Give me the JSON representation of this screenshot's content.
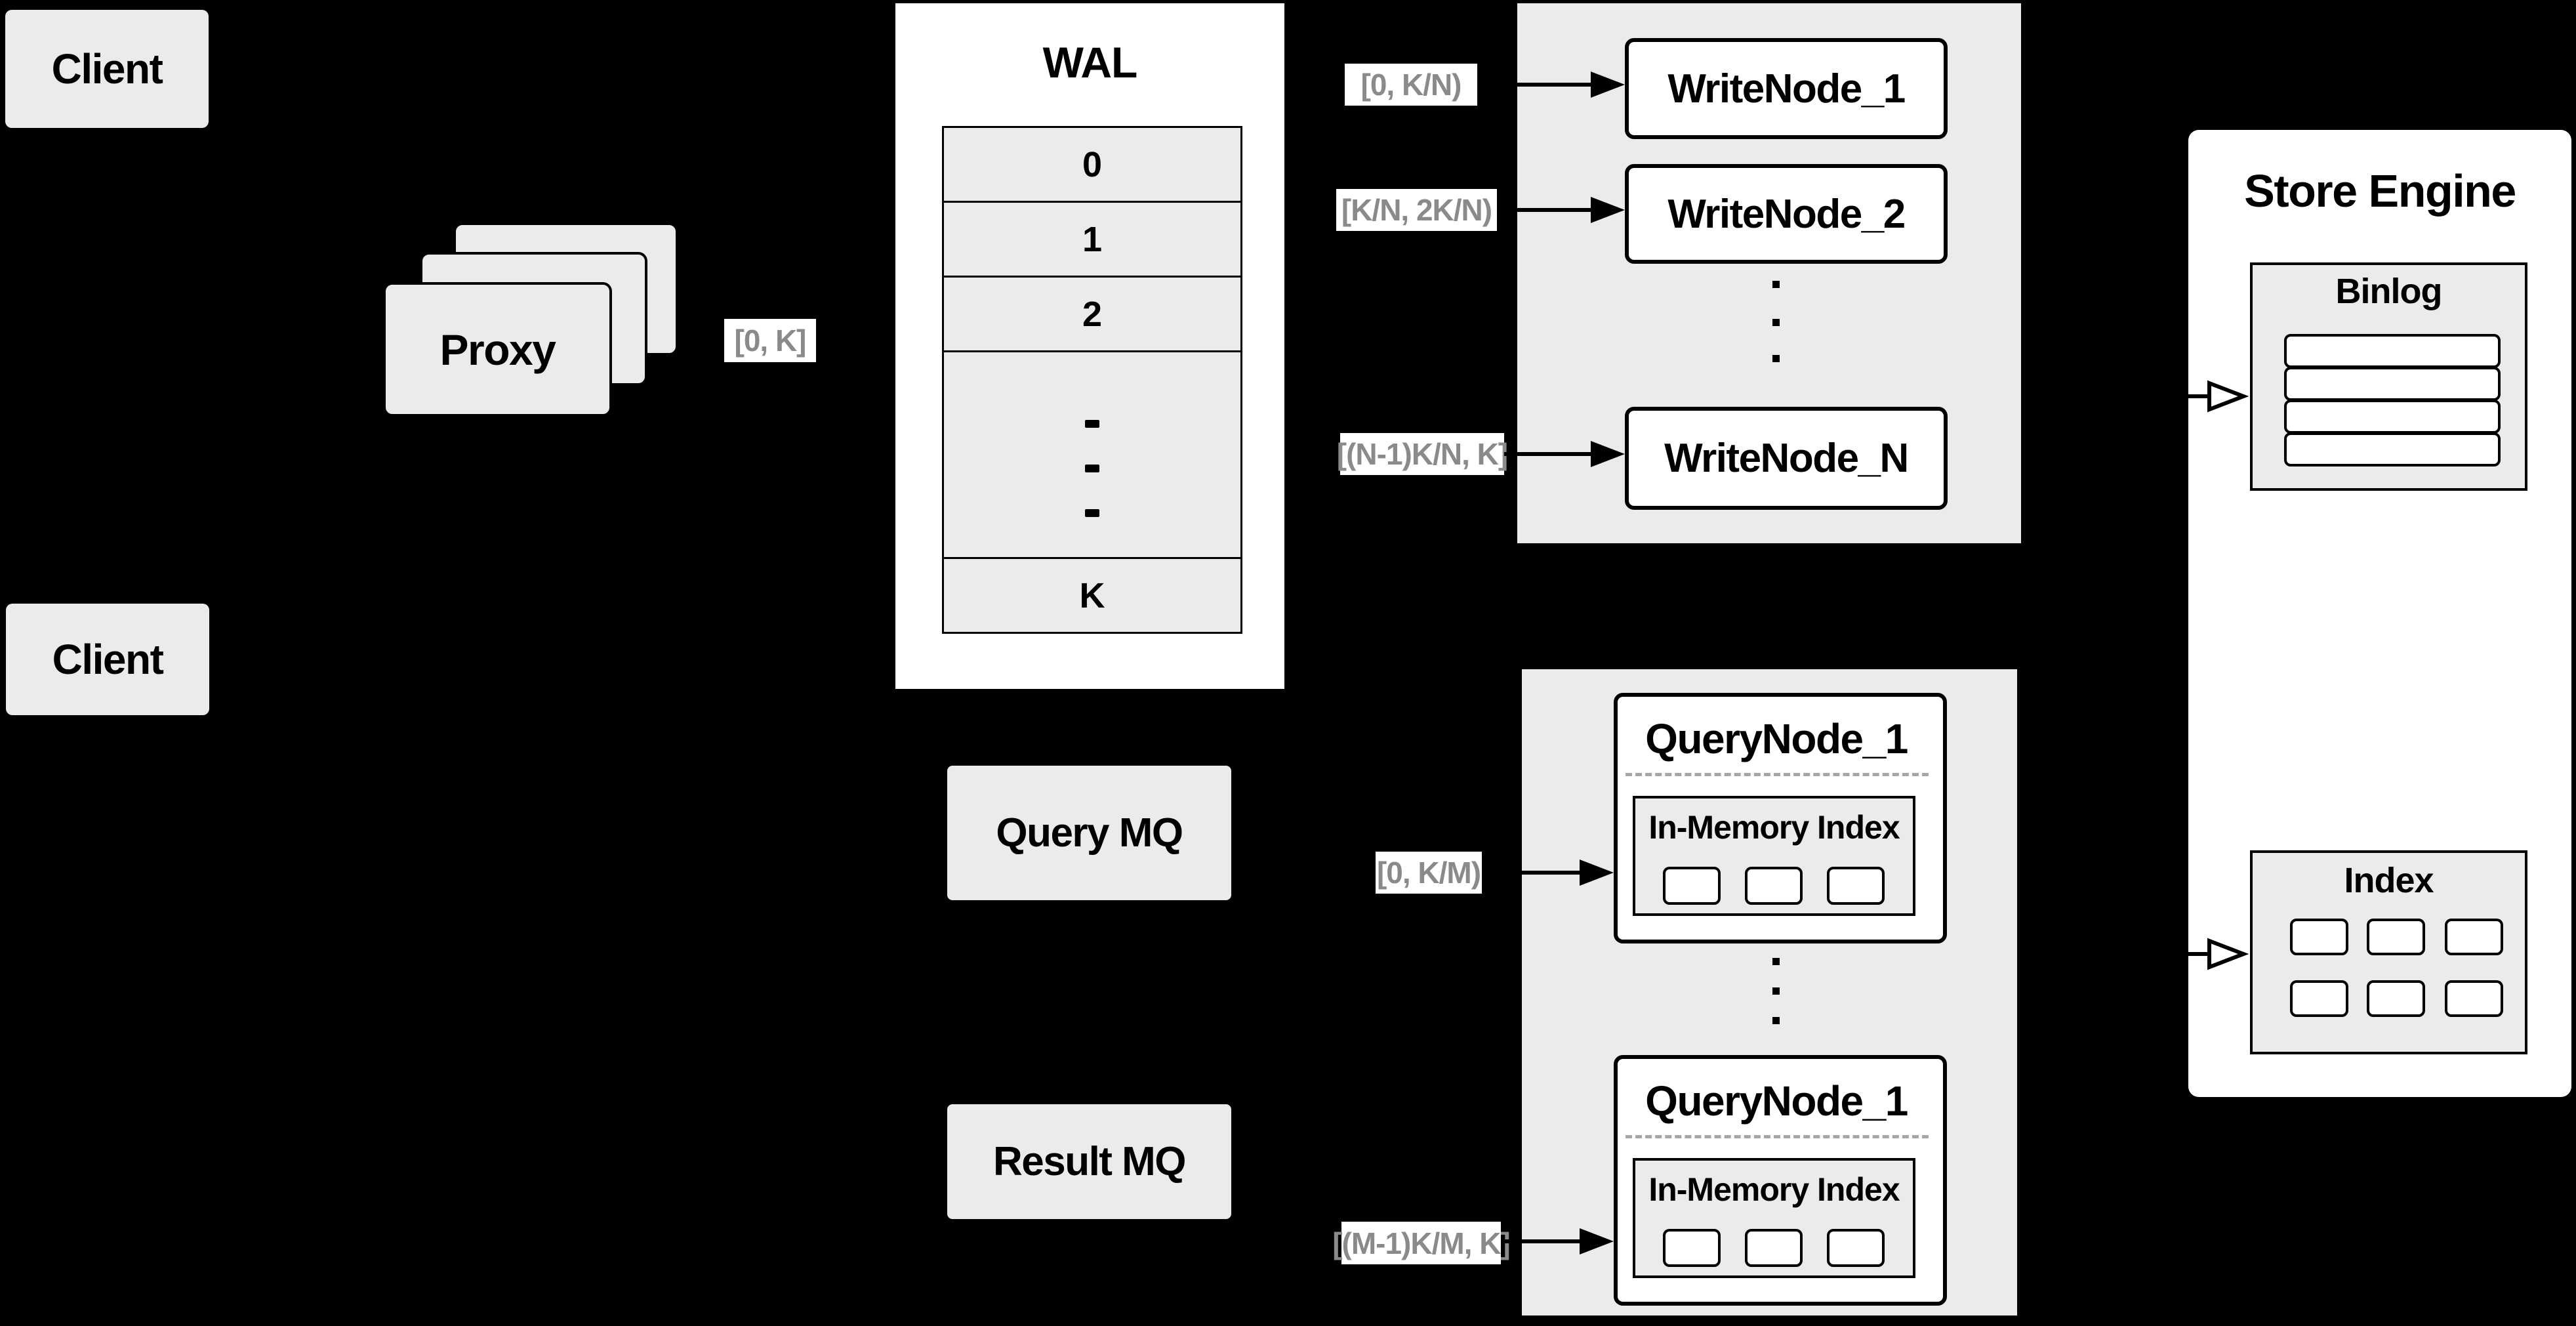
{
  "colors": {
    "background": "#000000",
    "panel_gray": "#ebebeb",
    "box_white": "#ffffff",
    "line_black": "#000000",
    "range_text_gray": "#8a8a8a",
    "divider_gray": "#a6a6a6"
  },
  "clients": {
    "top_label": "Client",
    "bottom_label": "Client"
  },
  "proxy": {
    "label": "Proxy"
  },
  "range_labels": {
    "proxy_out": "[0, K]",
    "write_1": "[0,  K/N)",
    "write_2": "[K/N, 2K/N)",
    "write_n": "[(N-1)K/N,  K]",
    "query_1": "[0, K/M)",
    "query_m": "[(M-1)K/M, K]"
  },
  "wal": {
    "title": "WAL",
    "rows": [
      "0",
      "1",
      "2",
      "K"
    ]
  },
  "write_group": {
    "nodes": [
      "WriteNode_1",
      "WriteNode_2",
      "WriteNode_N"
    ]
  },
  "mq": {
    "query_label": "Query MQ",
    "result_label": "Result MQ"
  },
  "query_group": {
    "nodes": [
      {
        "title": "QueryNode_1",
        "inner_title": "In-Memory Index"
      },
      {
        "title": "QueryNode_1",
        "inner_title": "In-Memory Index"
      }
    ]
  },
  "store_engine": {
    "title": "Store Engine",
    "binlog_title": "Binlog",
    "index_title": "Index"
  }
}
